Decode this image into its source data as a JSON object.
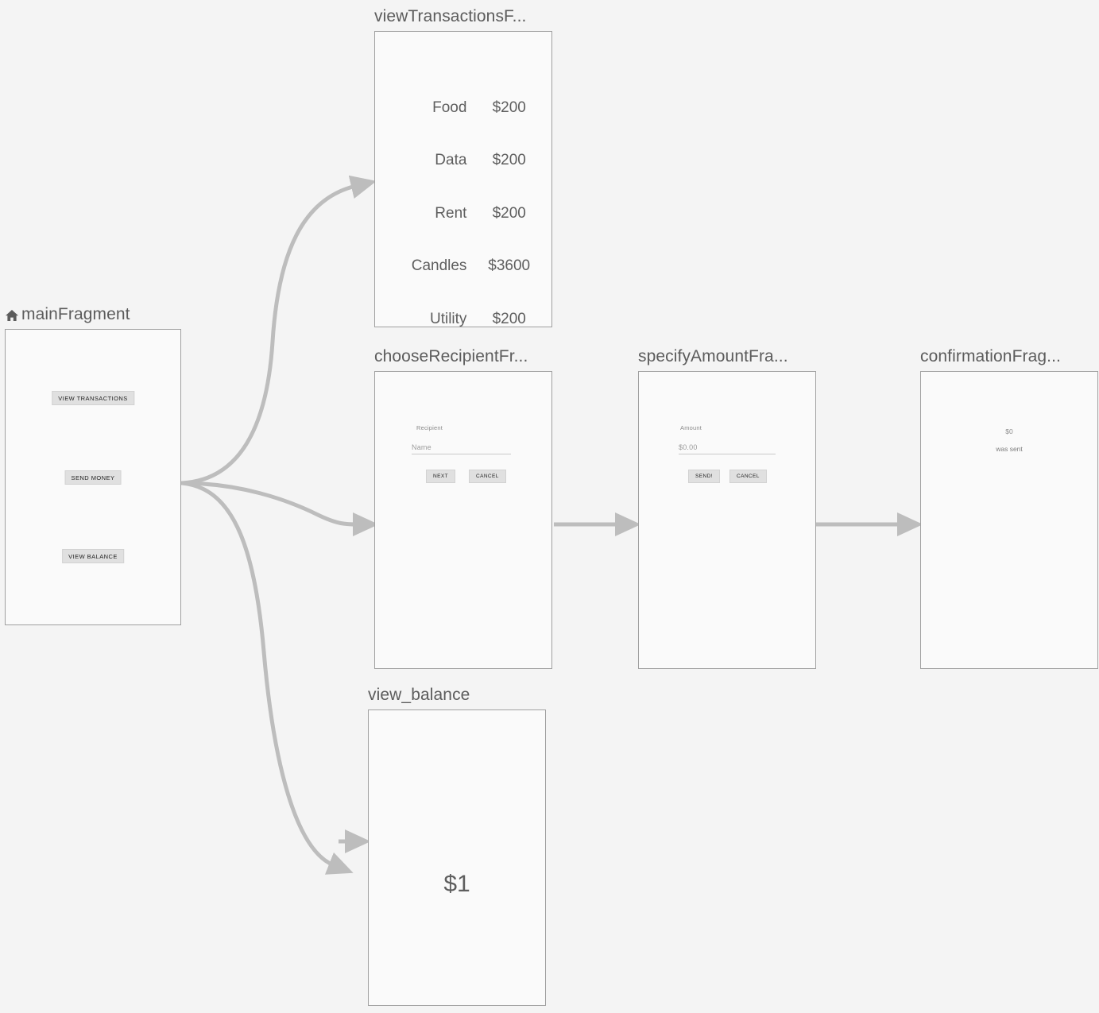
{
  "canvas": {
    "background_color": "#f4f4f4",
    "edge_color": "#bdbdbd",
    "frame_border_color": "#a0a0a0",
    "frame_fill_color": "#fafafa",
    "title_color": "#5c5c5c"
  },
  "nodes": {
    "main_fragment": {
      "title": "mainFragment",
      "is_start_destination": true,
      "start_icon": "home-icon",
      "buttons": [
        {
          "label": "VIEW TRANSACTIONS"
        },
        {
          "label": "SEND MONEY"
        },
        {
          "label": "VIEW BALANCE"
        }
      ]
    },
    "view_transactions_fragment": {
      "title": "viewTransactionsF...",
      "full_title": "viewTransactionsFragment",
      "transactions": [
        {
          "category": "Food",
          "amount": "$200"
        },
        {
          "category": "Data",
          "amount": "$200"
        },
        {
          "category": "Rent",
          "amount": "$200"
        },
        {
          "category": "Candles",
          "amount": "$3600"
        },
        {
          "category": "Utility",
          "amount": "$200"
        }
      ]
    },
    "choose_recipient_fragment": {
      "title": "chooseRecipientFr...",
      "full_title": "chooseRecipientFragment",
      "field_label": "Recipient",
      "field_placeholder": "Name",
      "field_value": "",
      "primary_button": "NEXT",
      "secondary_button": "CANCEL"
    },
    "specify_amount_fragment": {
      "title": "specifyAmountFra...",
      "full_title": "specifyAmountFragment",
      "field_label": "Amount",
      "field_placeholder": "$0.00",
      "field_value": "",
      "primary_button": "SEND!",
      "secondary_button": "CANCEL"
    },
    "confirmation_fragment": {
      "title": "confirmationFrag...",
      "full_title": "confirmationFragment",
      "amount_text": "$0",
      "status_text": "was sent"
    },
    "view_balance_fragment": {
      "title": "view_balance",
      "balance_text": "$1"
    }
  },
  "edges": [
    {
      "from": "main_fragment",
      "to": "view_transactions_fragment",
      "style": "curve"
    },
    {
      "from": "main_fragment",
      "to": "choose_recipient_fragment",
      "style": "curve"
    },
    {
      "from": "main_fragment",
      "to": "view_balance_fragment",
      "style": "curve"
    },
    {
      "from": "choose_recipient_fragment",
      "to": "specify_amount_fragment",
      "style": "straight"
    },
    {
      "from": "specify_amount_fragment",
      "to": "confirmation_fragment",
      "style": "straight"
    }
  ]
}
